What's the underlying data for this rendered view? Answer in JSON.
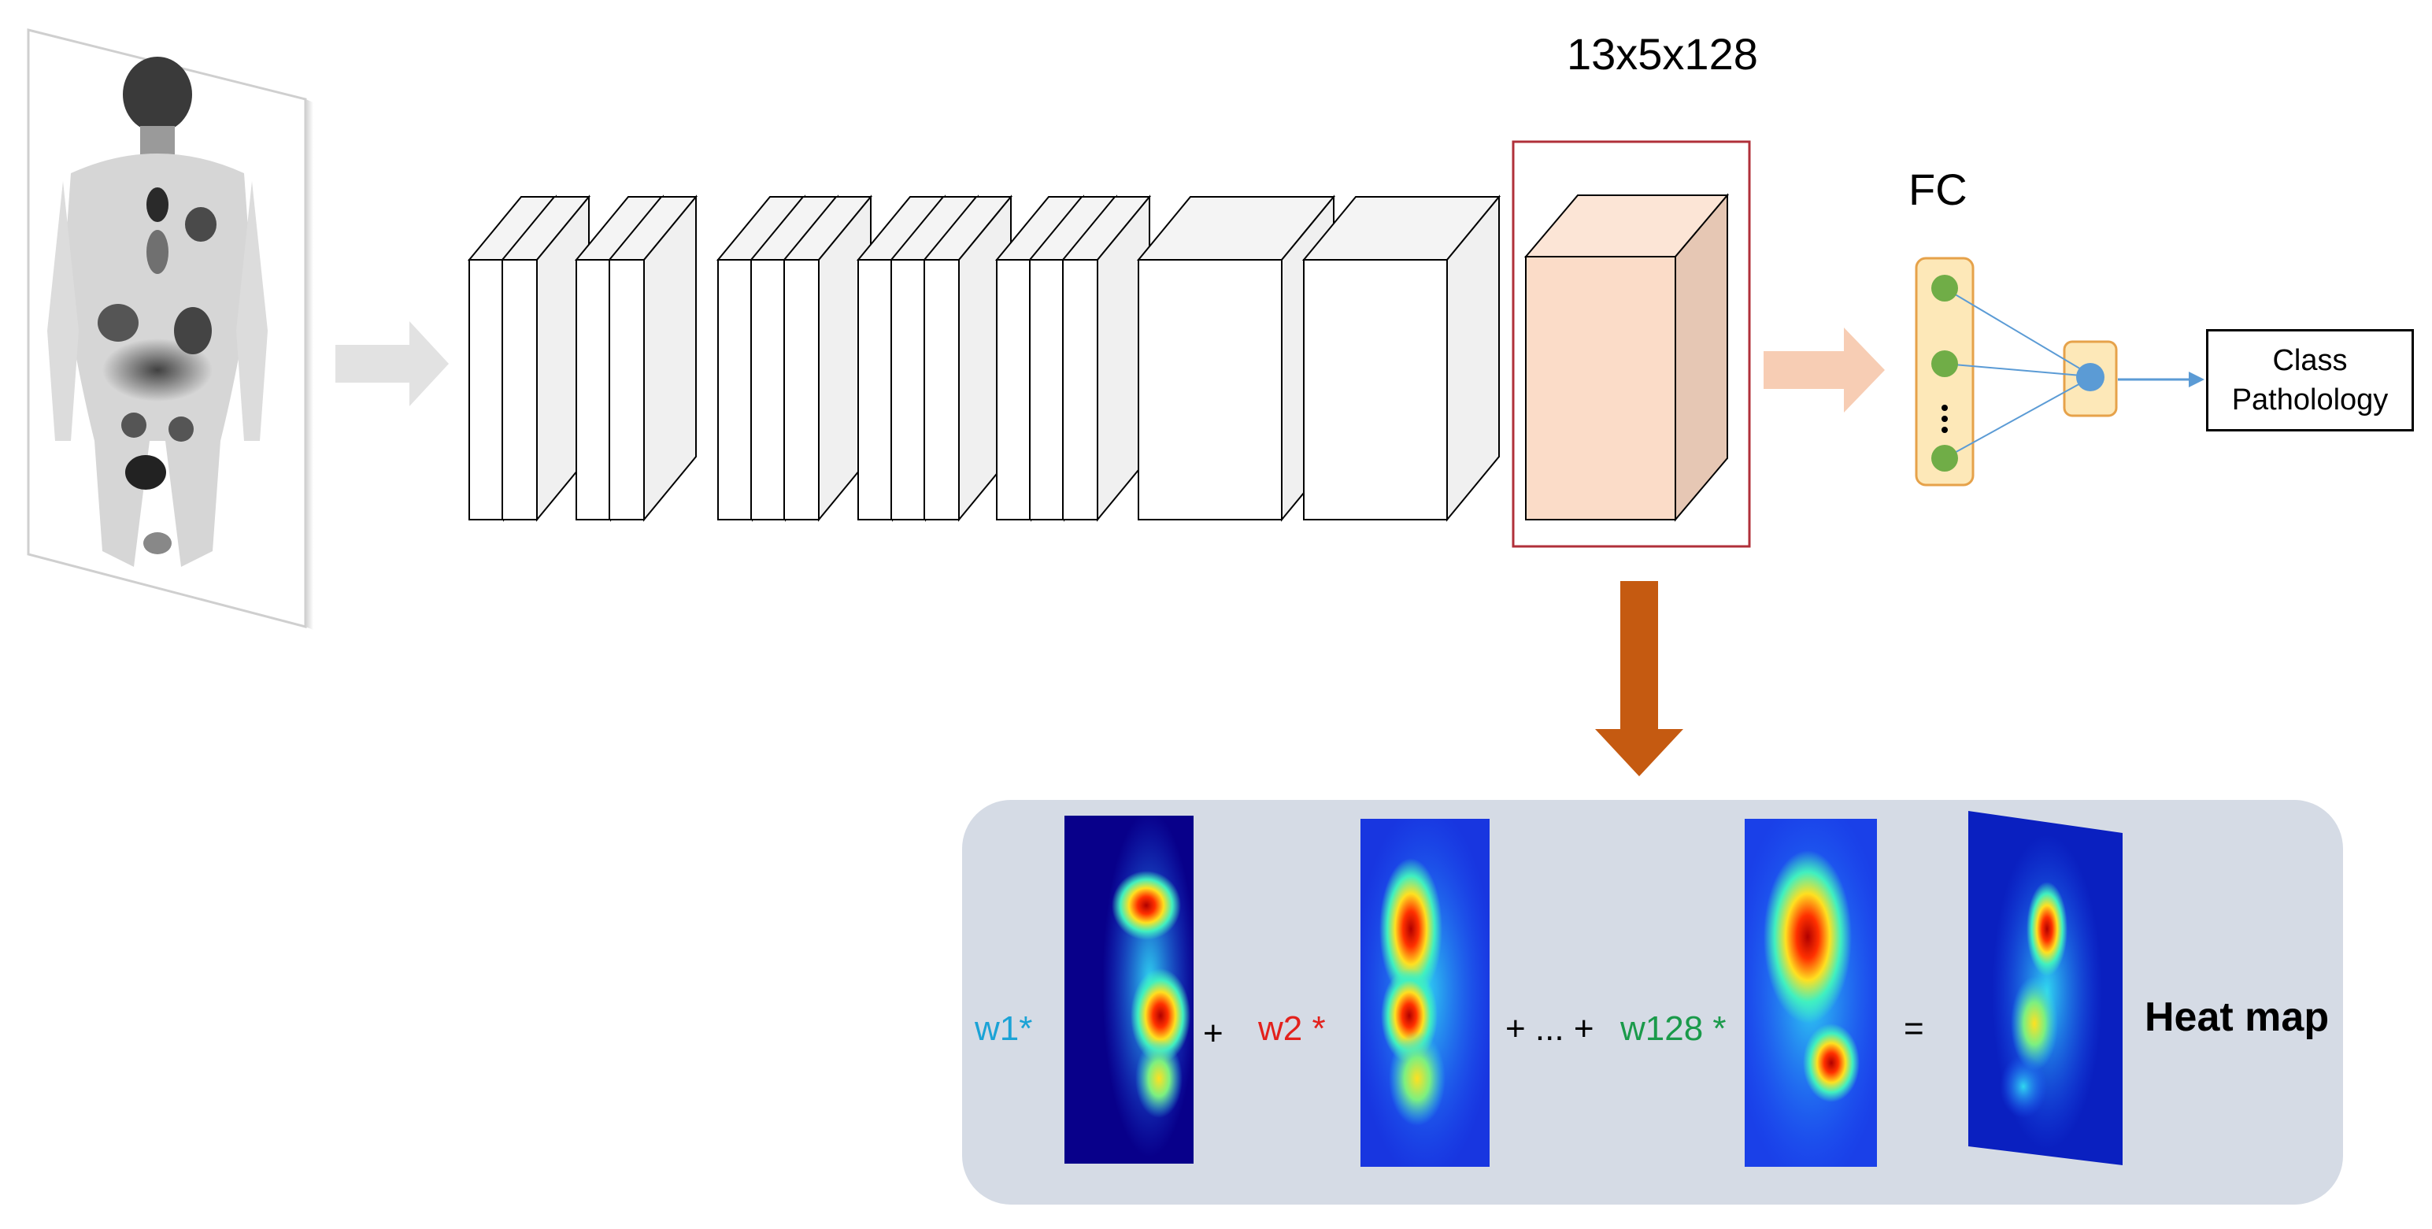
{
  "diagram": {
    "feature_map_dims": "13x5x128",
    "fc_label": "FC",
    "output_box": "Class\nPatholology",
    "heatmap_equation": {
      "term1": "w1*",
      "plus": "+",
      "term2": "w2 *",
      "ellipsis_plus": "+ ... +",
      "term128": "w128 *",
      "equals": "=",
      "result_label": "Heat map"
    }
  },
  "colors": {
    "feature_block_fill": "#fbdcc8",
    "feature_box_border": "#b0303a",
    "input_arrow": "#e2e2e2",
    "fc_arrow": "#f7cdb4",
    "down_arrow": "#c55a11",
    "fc_panel_fill": "#fde8b8",
    "fc_panel_border": "#e6a24a",
    "neuron_green": "#70ad47",
    "neuron_blue": "#5b9bd5",
    "heatmap_panel": "#d5dbe5",
    "w1_color": "#1ba3d6",
    "w2_color": "#e3211c",
    "w128_color": "#1a9a4a"
  }
}
